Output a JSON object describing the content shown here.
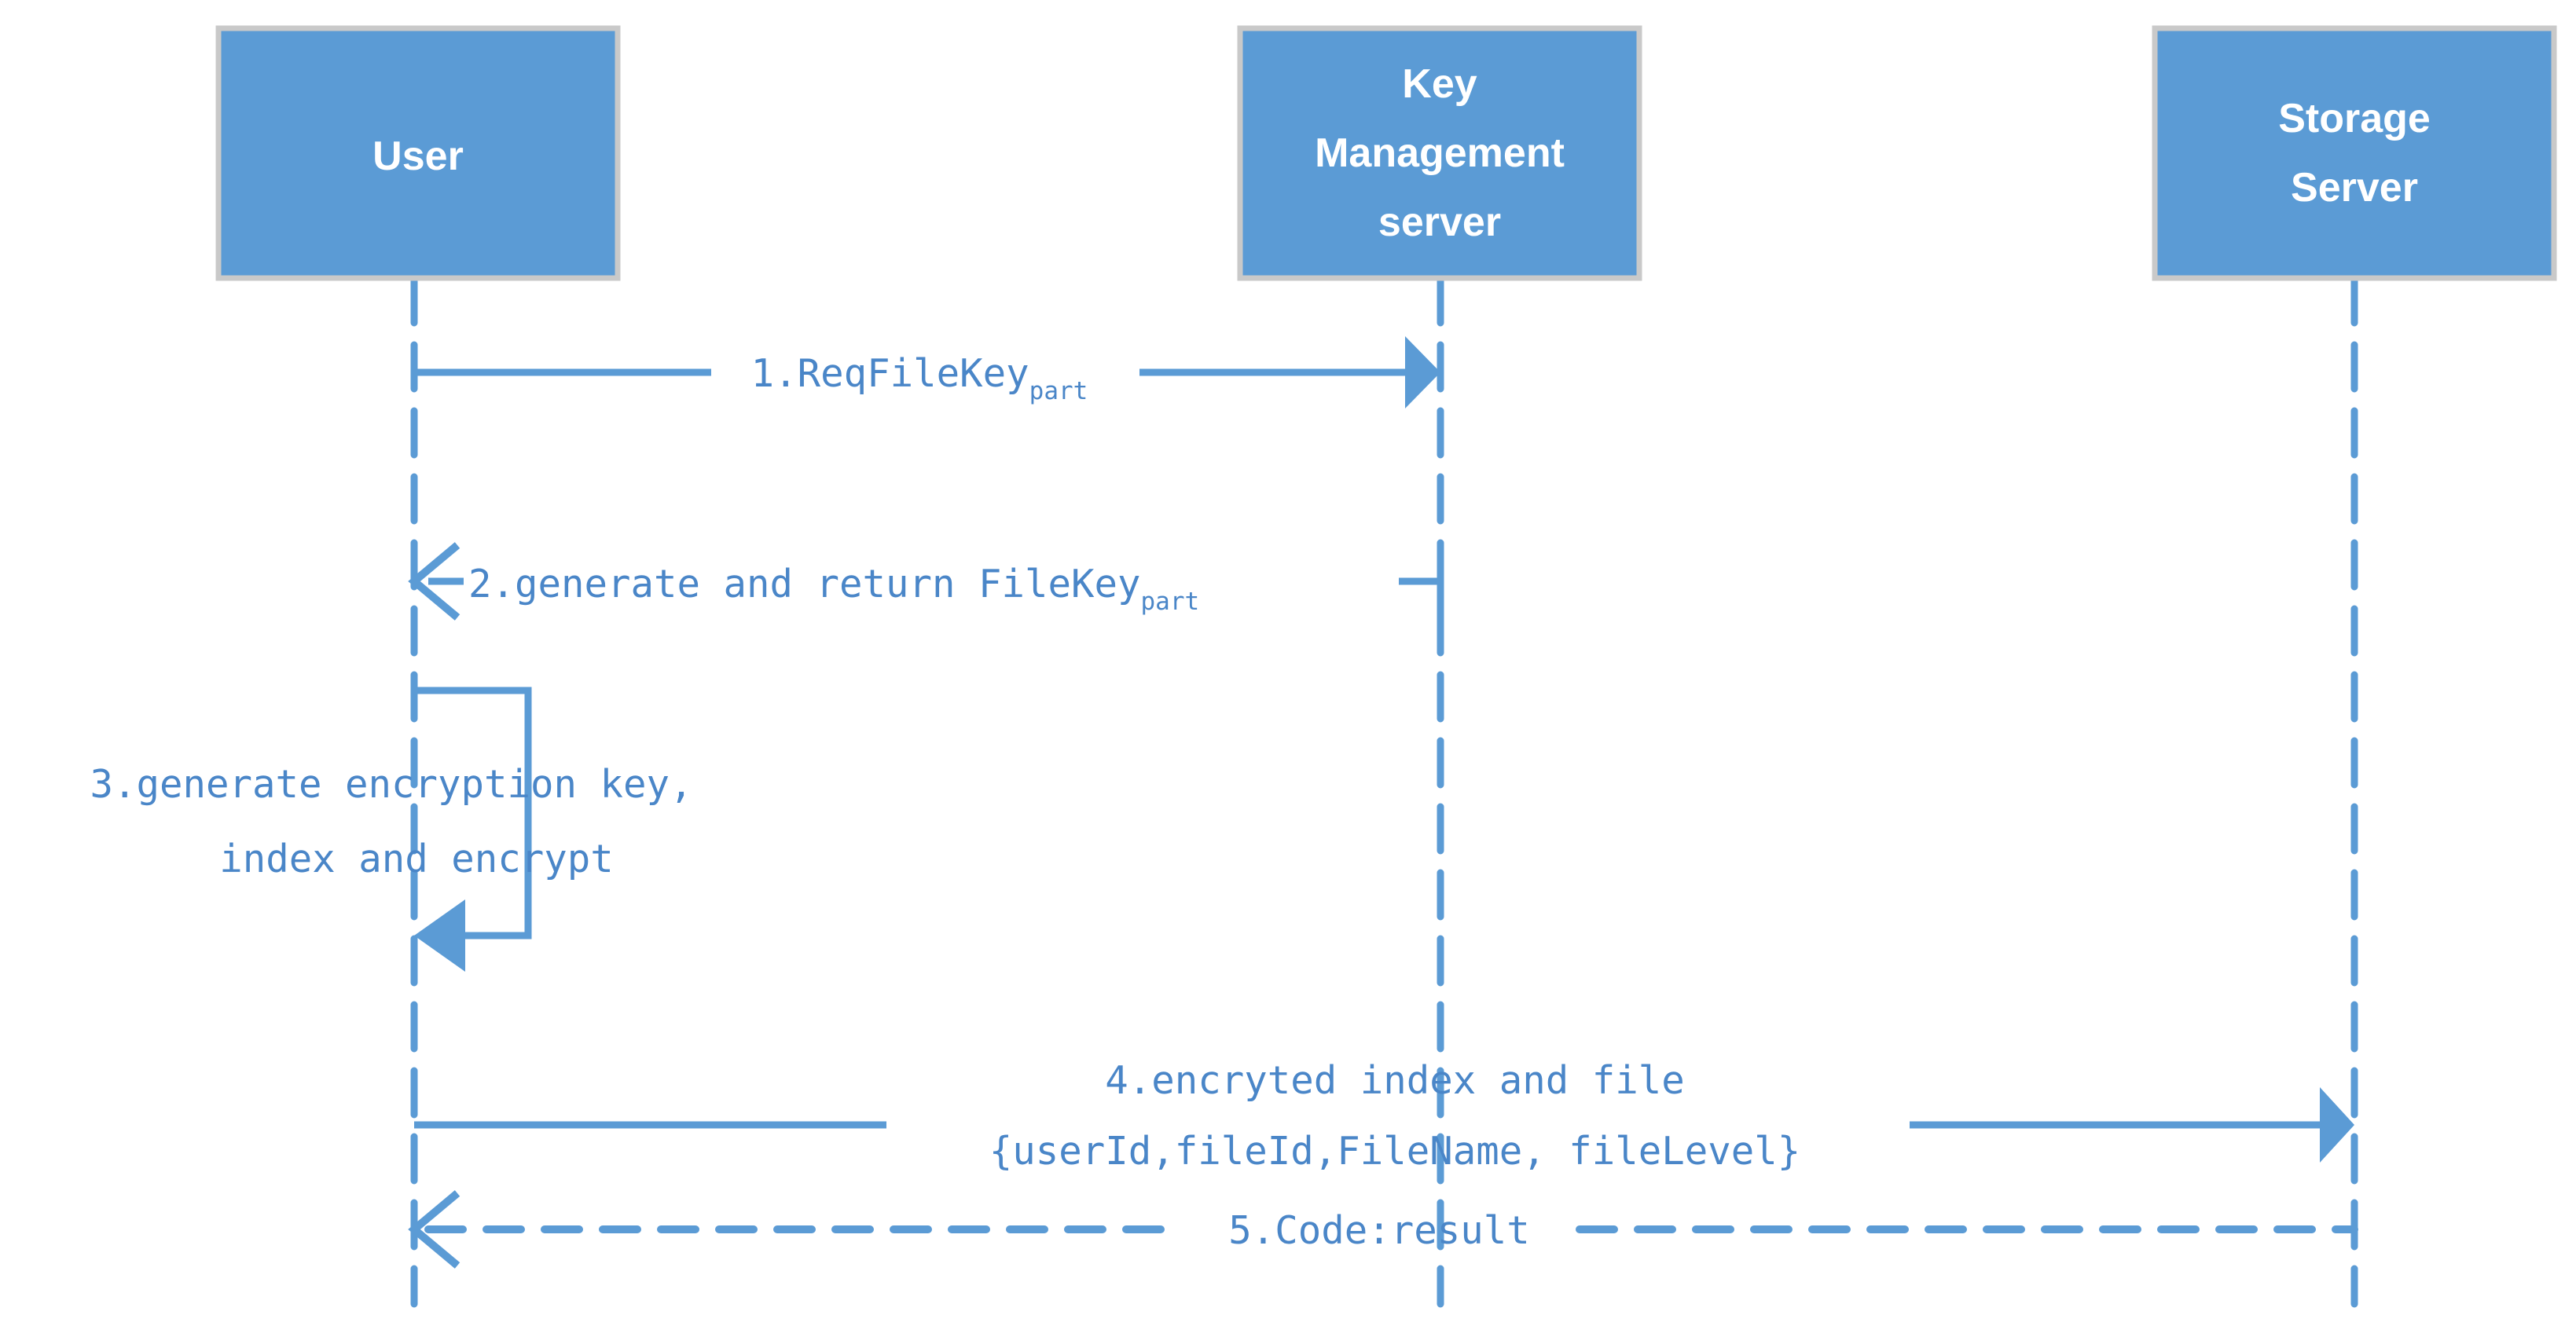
{
  "diagram": {
    "type": "uml-sequence-diagram",
    "background": "#ffffff",
    "accent_color": "#5B9BD5",
    "text_color": "#4A86C8",
    "box_fill": "#5B9BD5",
    "box_border": "#C9C9C9",
    "box_text_color": "#ffffff"
  },
  "actors": [
    {
      "id": "user",
      "label": "User",
      "label_lines": [
        "User"
      ]
    },
    {
      "id": "kms",
      "label": "Key Management server",
      "label_lines": [
        "Key",
        "Management",
        "server"
      ]
    },
    {
      "id": "storage",
      "label": "Storage Server",
      "label_lines": [
        "Storage",
        "Server"
      ]
    }
  ],
  "messages": [
    {
      "number": "1.",
      "text": "1.ReqFileKey",
      "subscript": "part",
      "from": "user",
      "to": "kms",
      "direction": "right",
      "line_style": "solid",
      "arrow_style": "filled"
    },
    {
      "number": "2.",
      "text": "2.generate and return FileKey",
      "subscript": "part",
      "from": "kms",
      "to": "user",
      "direction": "left",
      "line_style": "solid",
      "arrow_style": "open"
    },
    {
      "number": "3.",
      "text_lines": [
        "3.generate encryption key,",
        "index and encrypt"
      ],
      "from": "user",
      "to": "user",
      "direction": "self",
      "line_style": "solid",
      "arrow_style": "filled"
    },
    {
      "number": "4.",
      "text_lines": [
        "4.encryted index and file",
        "{userId,fileId,FileName, fileLevel}"
      ],
      "from": "user",
      "to": "storage",
      "direction": "right",
      "line_style": "solid",
      "arrow_style": "filled"
    },
    {
      "number": "5.",
      "text": "5.Code:result",
      "from": "storage",
      "to": "user",
      "direction": "left",
      "line_style": "dashed",
      "arrow_style": "open"
    }
  ]
}
